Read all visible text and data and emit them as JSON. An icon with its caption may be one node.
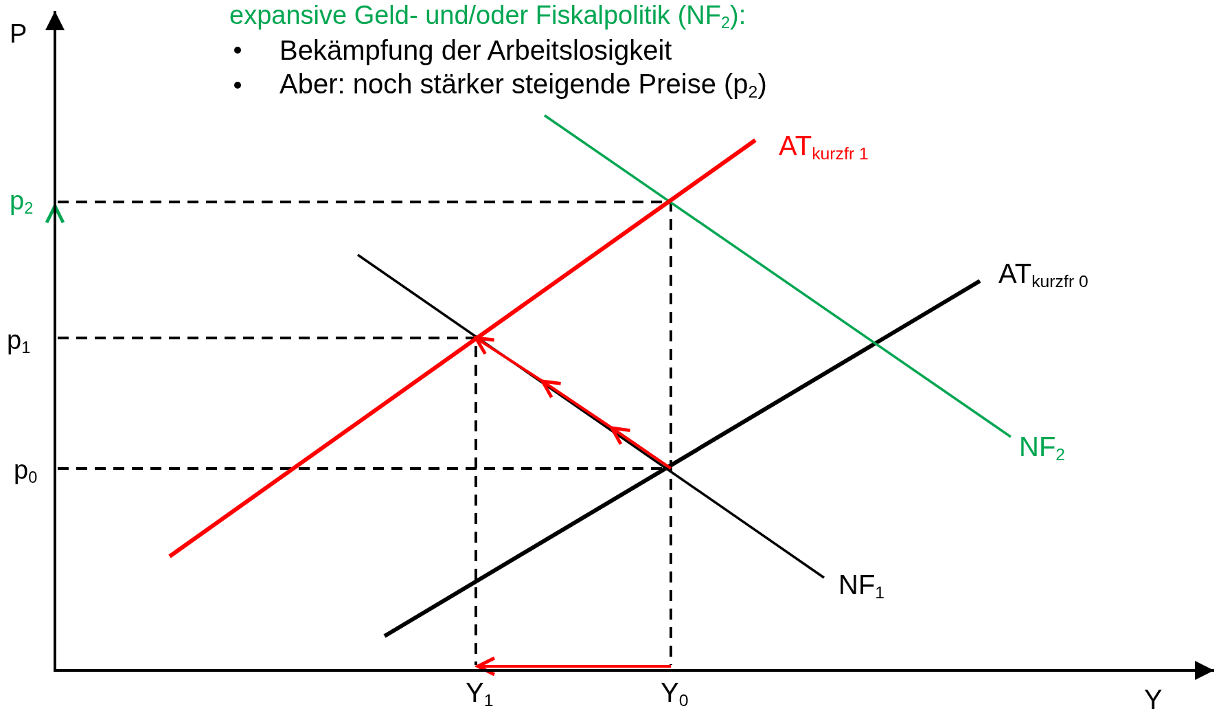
{
  "diagram": {
    "labels": [
      "expansive Geld- und/oder Fiskalpolitik (NF$_{2}$):",
      "Bekämpfung der Arbeitslosigkeit",
      "Aber: noch stärker steigende Preise (p$_{2}$)",
      "P",
      "AT$_{kurzfr 1}$",
      "p$_{2}$",
      "AT$_{kurzfr 0}$",
      "p$_{1}$",
      "NF$_{2}$",
      "p$_{0}$",
      "NF$_{1}$",
      "Y$_{1}$",
      "Y$_{0}$",
      "Y"
    ]
  }
}
